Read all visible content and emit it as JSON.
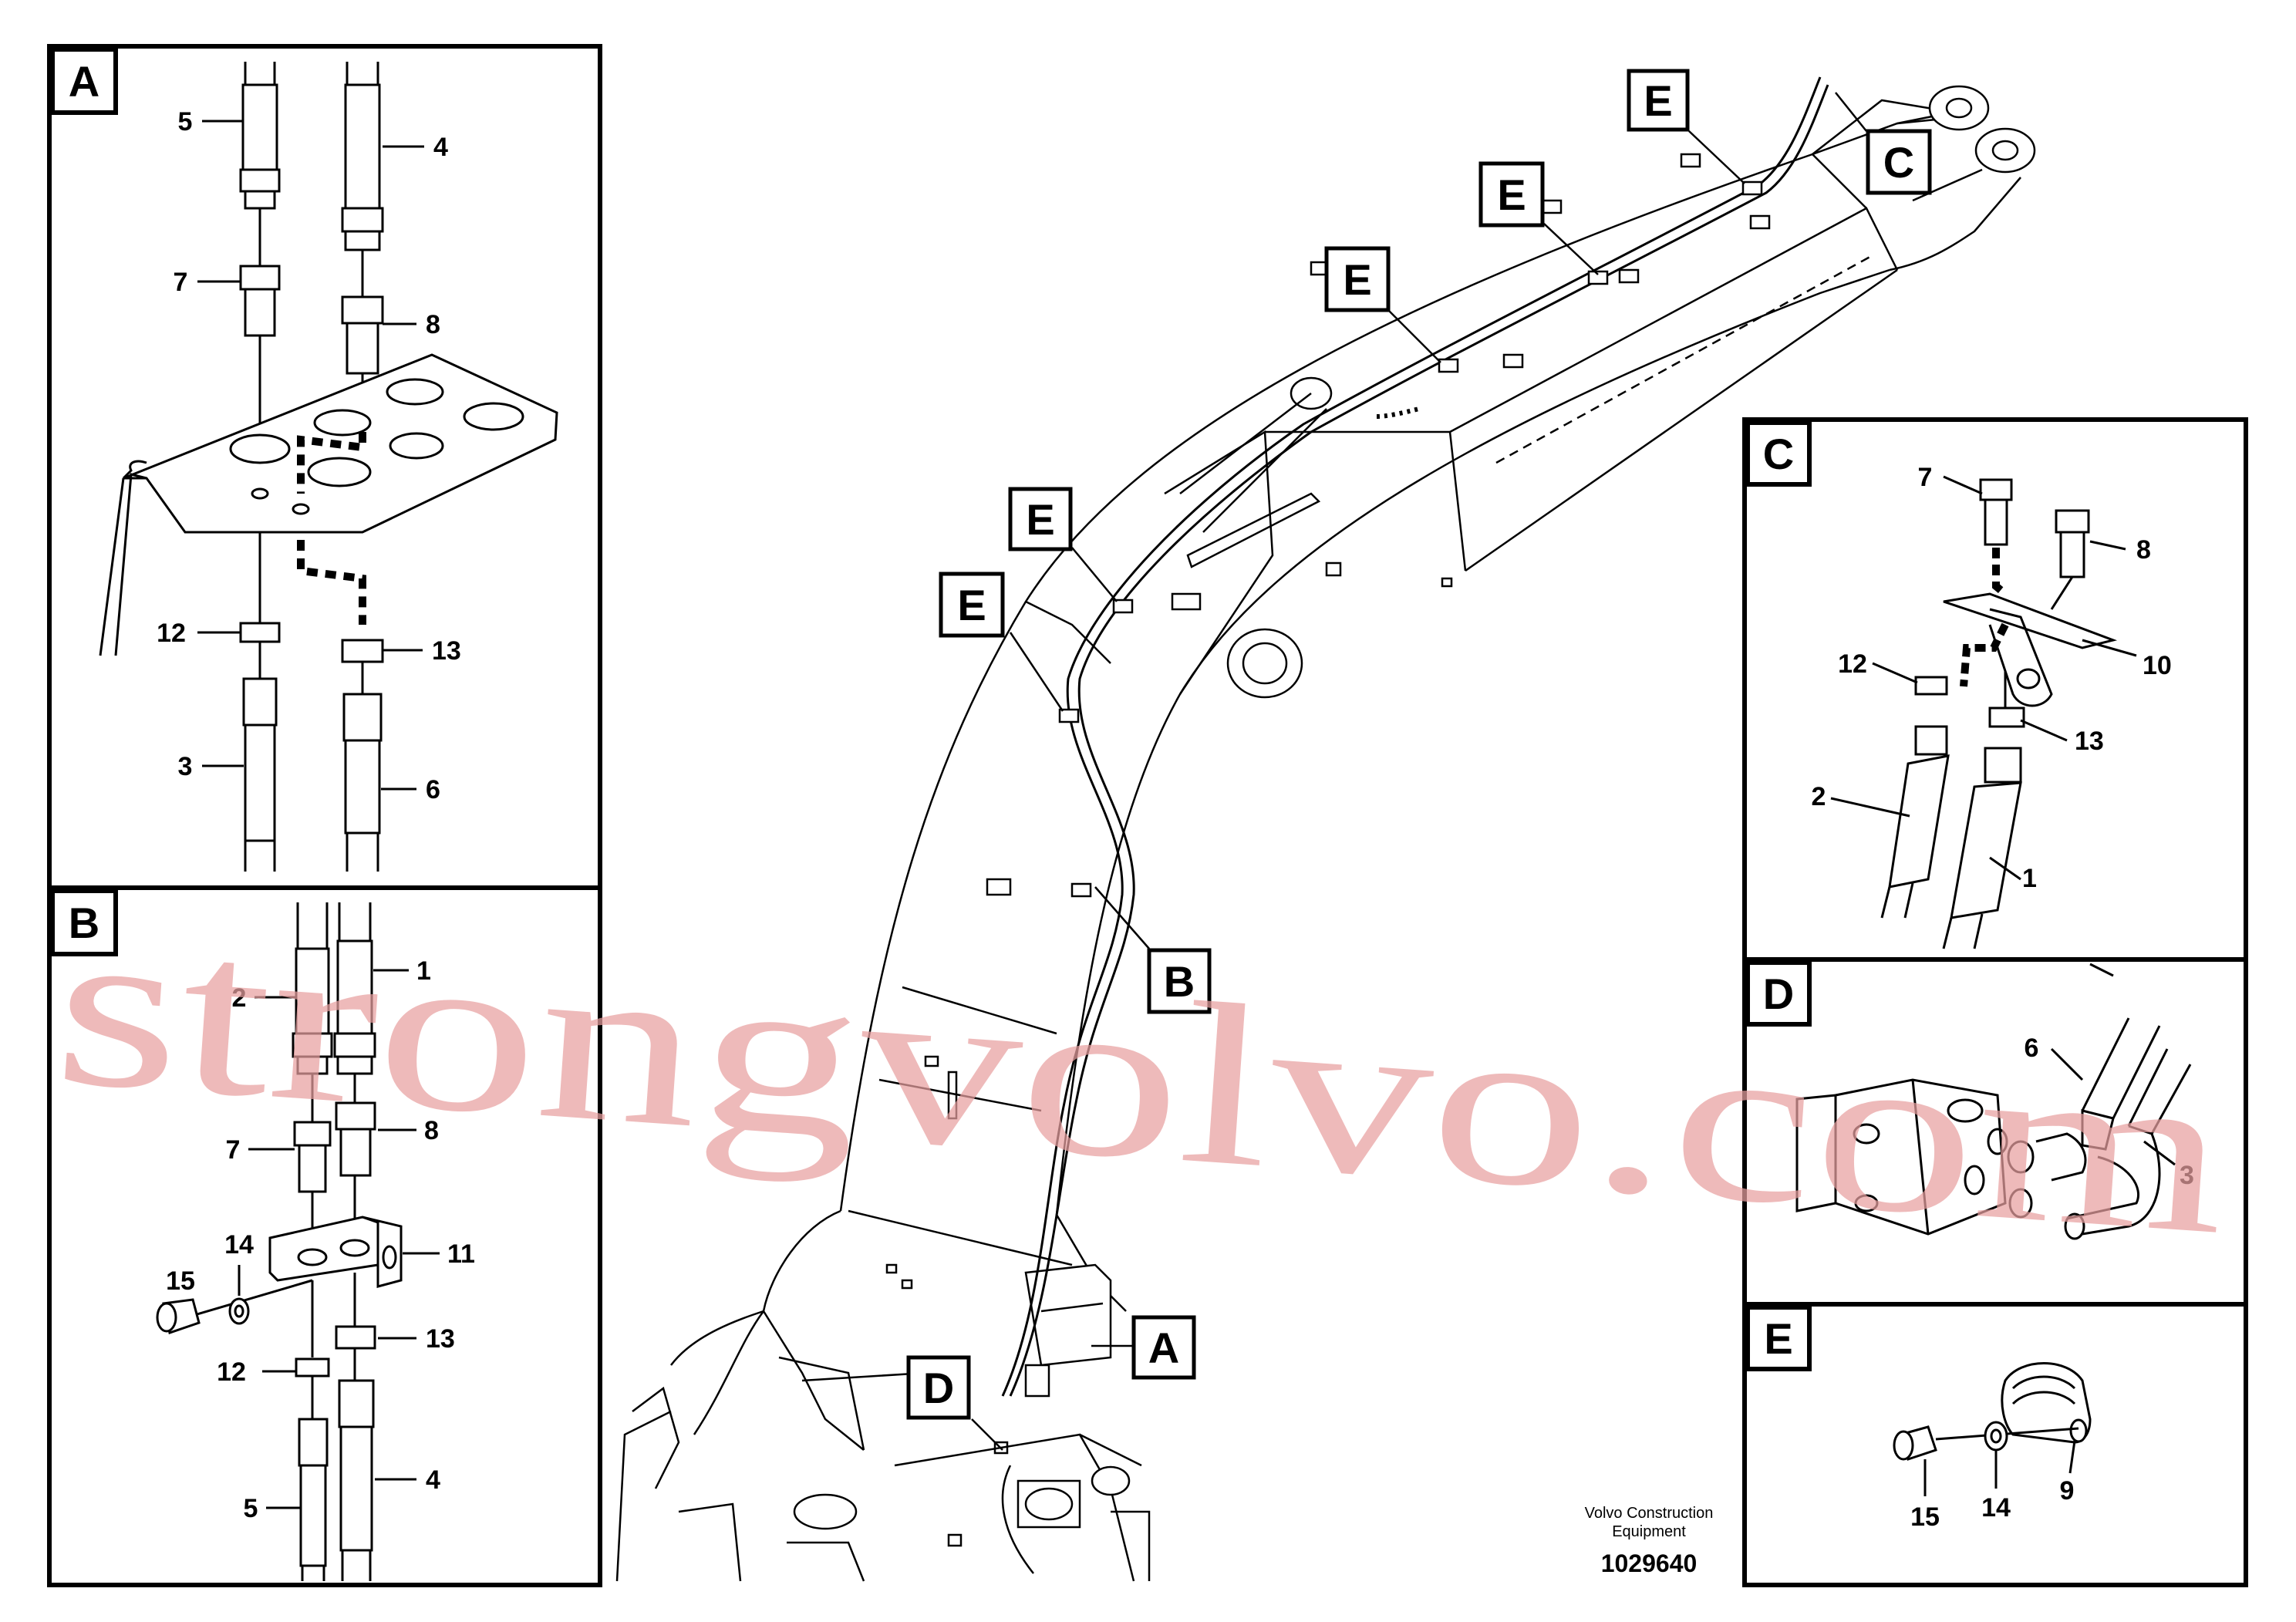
{
  "panels": {
    "A": {
      "letter": "A",
      "labels": {
        "p5": "5",
        "p4": "4",
        "p7": "7",
        "p8": "8",
        "p12": "12",
        "p13": "13",
        "p3": "3",
        "p6": "6"
      }
    },
    "B": {
      "letter": "B",
      "labels": {
        "p2": "2",
        "p1": "1",
        "p7": "7",
        "p8": "8",
        "p14": "14",
        "p15": "15",
        "p11": "11",
        "p13": "13",
        "p12": "12",
        "p5": "5",
        "p4": "4"
      }
    },
    "C": {
      "letter": "C",
      "labels": {
        "p7": "7",
        "p8": "8",
        "p12": "12",
        "p10": "10",
        "p13": "13",
        "p2": "2",
        "p1": "1"
      }
    },
    "D": {
      "letter": "D",
      "labels": {
        "p6": "6",
        "p3": "3"
      }
    },
    "E": {
      "letter": "E",
      "labels": {
        "p15": "15",
        "p14": "14",
        "p9": "9"
      }
    }
  },
  "boom_callouts": {
    "e1": "E",
    "e2": "E",
    "e3": "E",
    "e4": "E",
    "e5": "E",
    "c": "C",
    "b": "B",
    "a": "A",
    "d": "D"
  },
  "footer": {
    "company_line1": "Volvo Construction",
    "company_line2": "Equipment",
    "doc_number": "1029640"
  },
  "watermark": "strongvolvo.com",
  "colors": {
    "line": "#000000",
    "watermark": "#e8a0a0",
    "background": "#ffffff"
  }
}
